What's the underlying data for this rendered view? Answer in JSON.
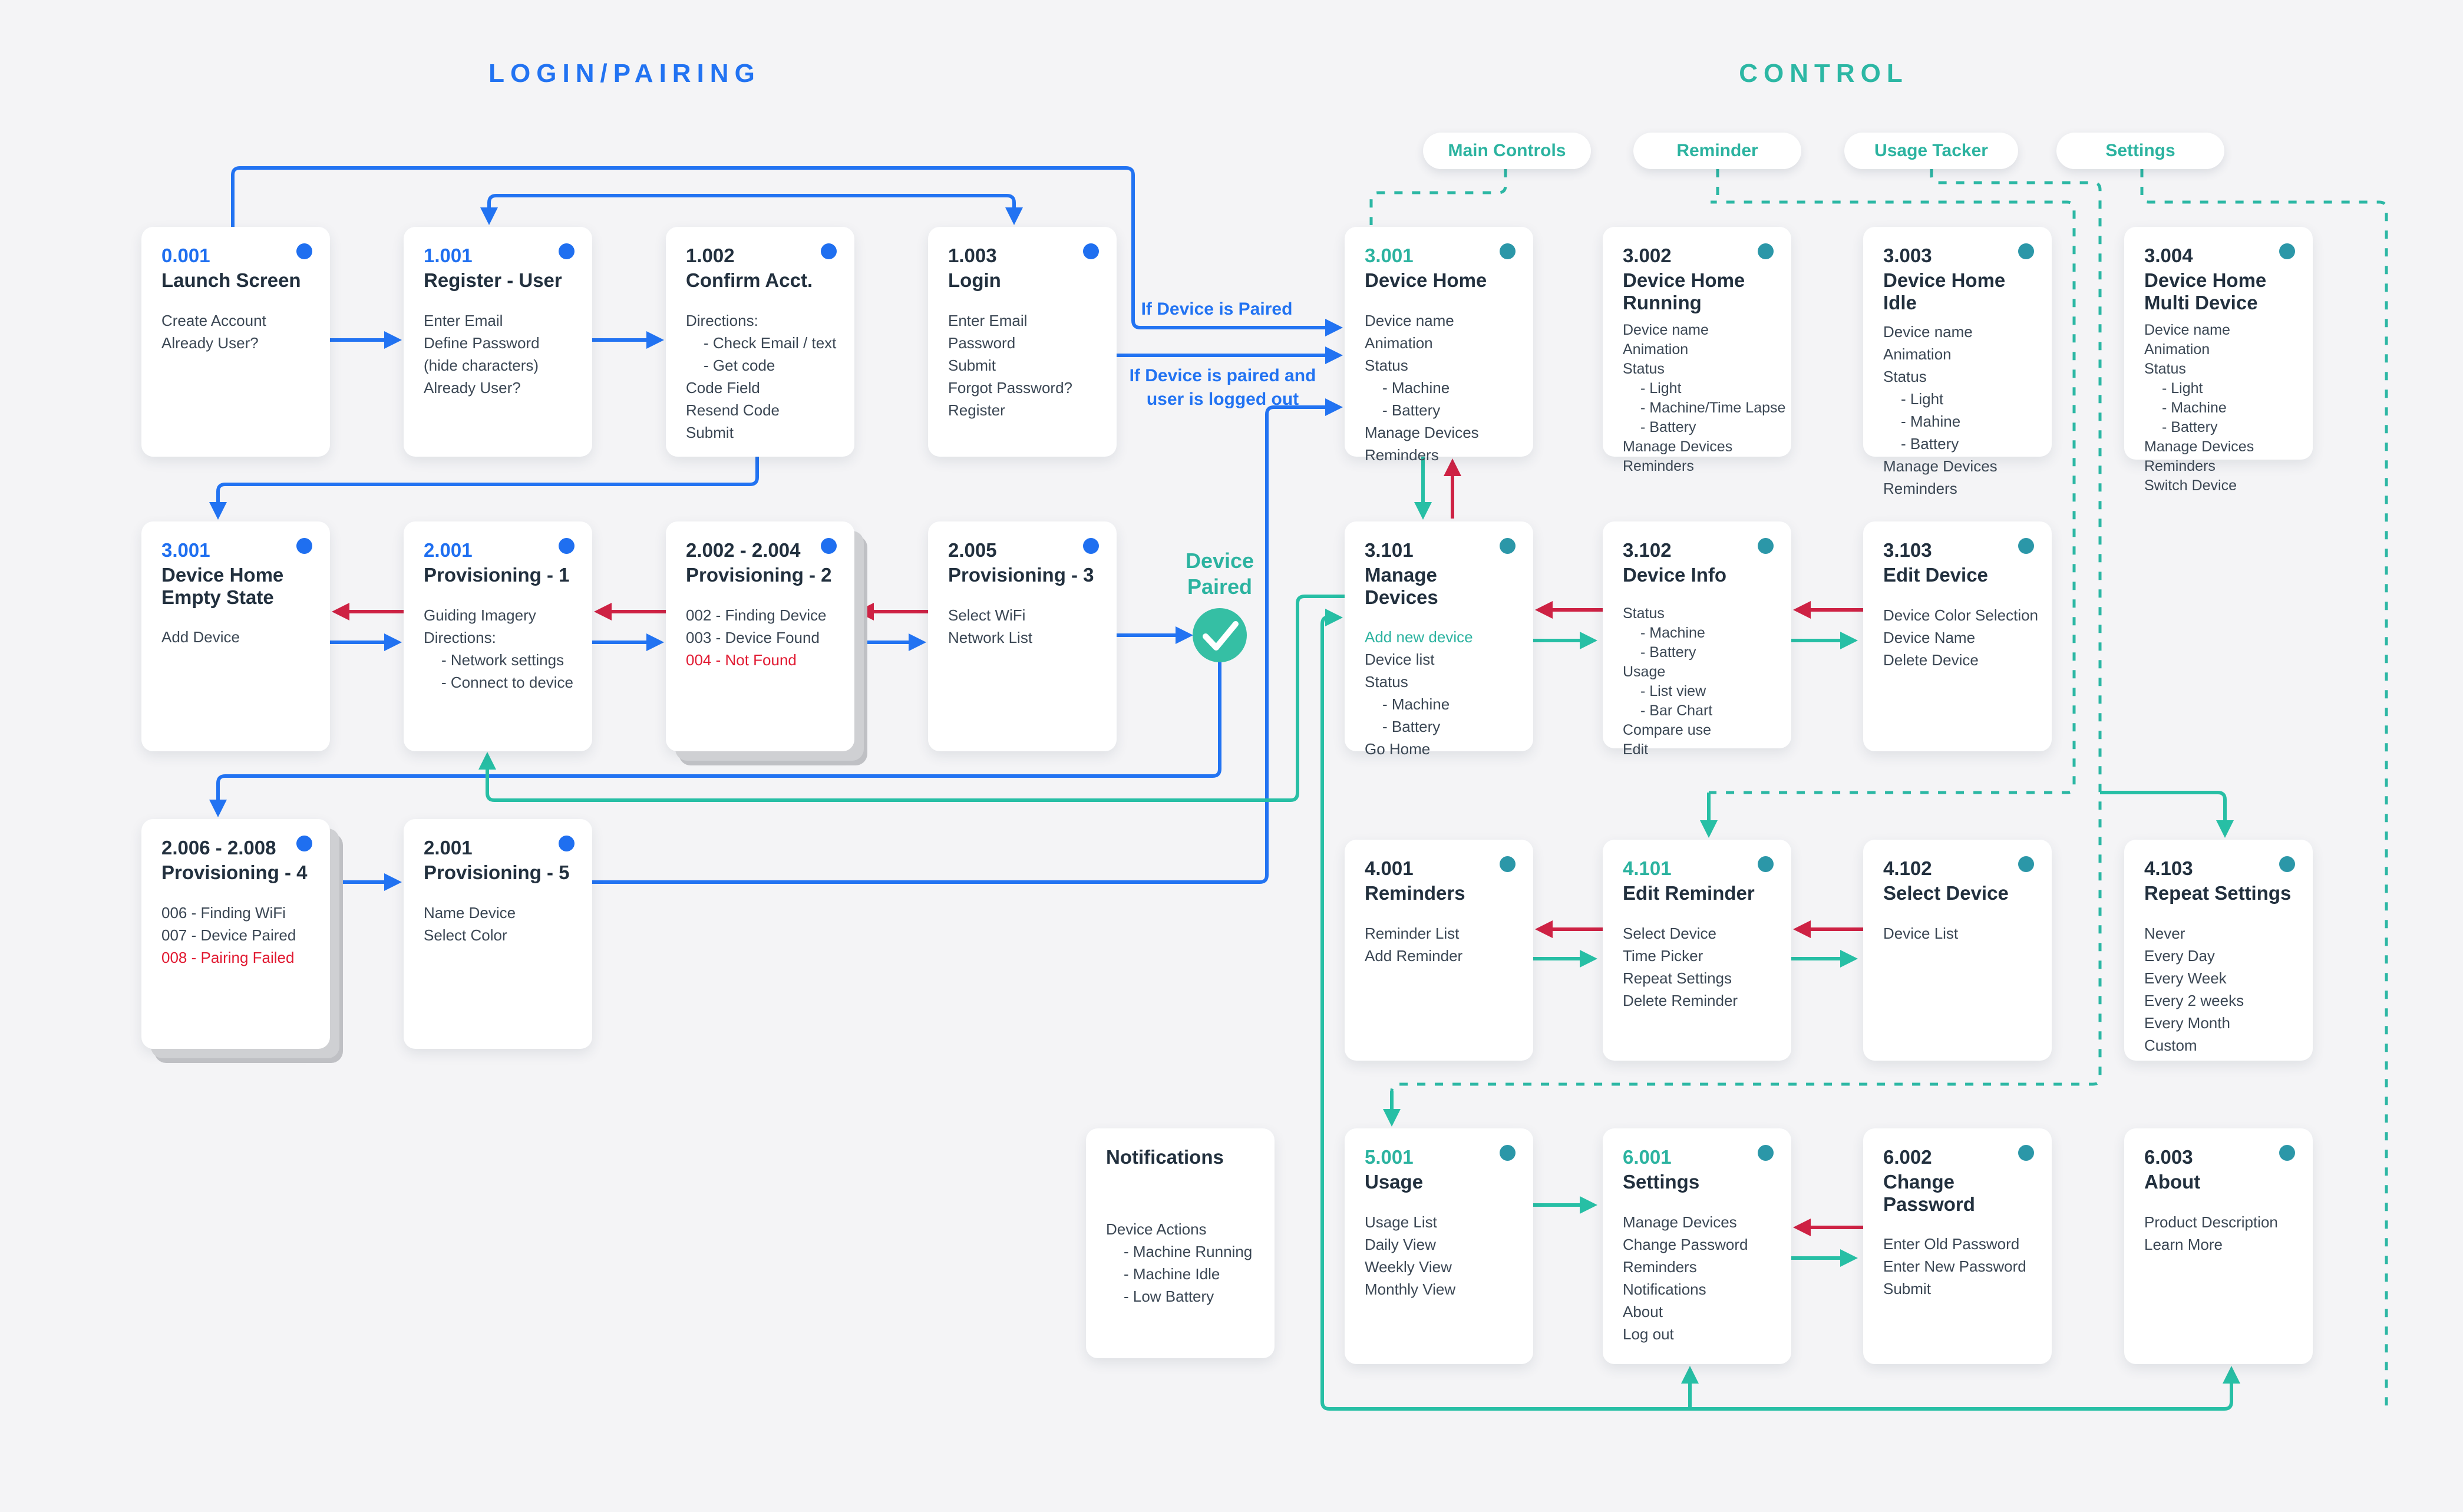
{
  "headers": {
    "login": "LOGIN/PAIRING",
    "control": "CONTROL"
  },
  "pills": [
    {
      "id": "main-controls",
      "label": "Main Controls"
    },
    {
      "id": "reminder",
      "label": "Reminder"
    },
    {
      "id": "usage-tacker",
      "label": "Usage Tacker"
    },
    {
      "id": "settings",
      "label": "Settings"
    }
  ],
  "labels": {
    "if_paired": "If Device is Paired",
    "if_paired_logged_out_1": "If Device is paired and",
    "if_paired_logged_out_2": "user is logged out",
    "device_paired_1": "Device",
    "device_paired_2": "Paired"
  },
  "colors": {
    "blue": "#2273f2",
    "teal": "#27bfa5",
    "red": "#ce2244",
    "red_text": "#e11931",
    "teal_text": "#2cb3a0",
    "dot_blue": "#1f6ff0",
    "dot_teal": "#2b97a8",
    "background": "#f4f4f6"
  },
  "cards": [
    {
      "id": "c0001",
      "number": "0.001",
      "number_color": "blue",
      "title": "Launch Screen",
      "dot": "blue",
      "items": [
        {
          "text": "Create Account"
        },
        {
          "text": "Already User?"
        }
      ]
    },
    {
      "id": "c1001",
      "number": "1.001",
      "number_color": "blue",
      "title": "Register - User",
      "dot": "blue",
      "items": [
        {
          "text": "Enter Email"
        },
        {
          "text": "Define Password"
        },
        {
          "text": "(hide characters)"
        },
        {
          "text": "Already User?"
        }
      ]
    },
    {
      "id": "c1002",
      "number": "1.002",
      "number_color": "dark",
      "title": "Confirm Acct.",
      "dot": "blue",
      "items": [
        {
          "text": "Directions:"
        },
        {
          "text": "- Check Email / text",
          "indent": true
        },
        {
          "text": "- Get code",
          "indent": true
        },
        {
          "text": "Code Field"
        },
        {
          "text": "Resend Code"
        },
        {
          "text": "Submit"
        }
      ]
    },
    {
      "id": "c1003",
      "number": "1.003",
      "number_color": "dark",
      "title": "Login",
      "dot": "blue",
      "items": [
        {
          "text": "Enter Email"
        },
        {
          "text": "Password"
        },
        {
          "text": "Submit"
        },
        {
          "text": "Forgot Password?"
        },
        {
          "text": "Register"
        }
      ]
    },
    {
      "id": "c3001h",
      "number": "3.001",
      "number_color": "teal",
      "title": "Device Home",
      "dot": "teal",
      "items": [
        {
          "text": "Device name"
        },
        {
          "text": "Animation"
        },
        {
          "text": "Status"
        },
        {
          "text": "- Machine",
          "indent": true
        },
        {
          "text": "- Battery",
          "indent": true
        },
        {
          "text": "Manage Devices"
        },
        {
          "text": "Reminders"
        }
      ]
    },
    {
      "id": "c3002",
      "number": "3.002",
      "number_color": "dark",
      "title": "Device Home Running",
      "dot": "teal",
      "tight": true,
      "dense": true,
      "items": [
        {
          "text": "Device name"
        },
        {
          "text": "Animation"
        },
        {
          "text": "Status"
        },
        {
          "text": "- Light",
          "indent": true
        },
        {
          "text": "- Machine/Time Lapse",
          "indent": true
        },
        {
          "text": "- Battery",
          "indent": true
        },
        {
          "text": "Manage Devices"
        },
        {
          "text": "Reminders"
        }
      ]
    },
    {
      "id": "c3003",
      "number": "3.003",
      "number_color": "dark",
      "title": "Device Home Idle",
      "dot": "teal",
      "tight": true,
      "items": [
        {
          "text": "Device name"
        },
        {
          "text": "Animation"
        },
        {
          "text": "Status"
        },
        {
          "text": "- Light",
          "indent": true
        },
        {
          "text": "- Mahine",
          "indent": true
        },
        {
          "text": "- Battery",
          "indent": true
        },
        {
          "text": "Manage Devices"
        },
        {
          "text": "Reminders"
        }
      ]
    },
    {
      "id": "c3004",
      "number": "3.004",
      "number_color": "dark",
      "title": "Device Home Multi Device",
      "dot": "teal",
      "tight": true,
      "dense": true,
      "items": [
        {
          "text": "Device name"
        },
        {
          "text": "Animation"
        },
        {
          "text": "Status"
        },
        {
          "text": "- Light",
          "indent": true
        },
        {
          "text": "- Machine",
          "indent": true
        },
        {
          "text": "- Battery",
          "indent": true
        },
        {
          "text": "Manage Devices"
        },
        {
          "text": "Reminders"
        },
        {
          "text": "Switch Device"
        }
      ]
    },
    {
      "id": "c3001e",
      "number": "3.001",
      "number_color": "blue",
      "title": "Device Home Empty State",
      "dot": "blue",
      "items": [
        {
          "text": "Add Device"
        }
      ]
    },
    {
      "id": "c2001a",
      "number": "2.001",
      "number_color": "blue",
      "title": "Provisioning - 1",
      "dot": "blue",
      "items": [
        {
          "text": "Guiding Imagery"
        },
        {
          "text": "Directions:"
        },
        {
          "text": "- Network settings",
          "indent": true
        },
        {
          "text": "- Connect to device",
          "indent": true
        }
      ]
    },
    {
      "id": "c2002",
      "number": "2.002 - 2.004",
      "number_color": "dark",
      "title": "Provisioning - 2",
      "dot": "blue",
      "stacked": true,
      "items": [
        {
          "text": "002 - Finding Device"
        },
        {
          "text": "003 - Device Found"
        },
        {
          "text": "004 - Not Found",
          "color": "red"
        }
      ]
    },
    {
      "id": "c2005",
      "number": "2.005",
      "number_color": "dark",
      "title": "Provisioning - 3",
      "dot": "blue",
      "items": [
        {
          "text": "Select WiFi"
        },
        {
          "text": "Network List"
        }
      ]
    },
    {
      "id": "c3101",
      "number": "3.101",
      "number_color": "dark",
      "title": "Manage Devices",
      "dot": "teal",
      "items": [
        {
          "text": "Add new device",
          "color": "teal"
        },
        {
          "text": "Device list"
        },
        {
          "text": "Status"
        },
        {
          "text": "- Machine",
          "indent": true
        },
        {
          "text": "- Battery",
          "indent": true
        },
        {
          "text": "Go Home"
        }
      ]
    },
    {
      "id": "c3102",
      "number": "3.102",
      "number_color": "dark",
      "title": "Device Info",
      "dot": "teal",
      "dense": true,
      "items": [
        {
          "text": "Status"
        },
        {
          "text": "- Machine",
          "indent": true
        },
        {
          "text": "- Battery",
          "indent": true
        },
        {
          "text": "Usage"
        },
        {
          "text": "- List view",
          "indent": true
        },
        {
          "text": "- Bar Chart",
          "indent": true
        },
        {
          "text": "Compare use"
        },
        {
          "text": "Edit"
        }
      ]
    },
    {
      "id": "c3103",
      "number": "3.103",
      "number_color": "dark",
      "title": "Edit Device",
      "dot": "teal",
      "items": [
        {
          "text": "Device Color Selection"
        },
        {
          "text": "Device Name"
        },
        {
          "text": "Delete Device"
        }
      ]
    },
    {
      "id": "c2006",
      "number": "2.006 - 2.008",
      "number_color": "dark",
      "title": "Provisioning - 4",
      "dot": "blue",
      "stacked": true,
      "items": [
        {
          "text": "006 - Finding WiFi"
        },
        {
          "text": "007 - Device Paired"
        },
        {
          "text": "008 - Pairing Failed",
          "color": "red"
        }
      ]
    },
    {
      "id": "c2001b",
      "number": "2.001",
      "number_color": "dark",
      "title": "Provisioning - 5",
      "dot": "blue",
      "items": [
        {
          "text": "Name Device"
        },
        {
          "text": "Select Color"
        }
      ]
    },
    {
      "id": "c4001",
      "number": "4.001",
      "number_color": "dark",
      "title": "Reminders",
      "dot": "teal",
      "items": [
        {
          "text": "Reminder List"
        },
        {
          "text": "Add Reminder"
        }
      ]
    },
    {
      "id": "c4101",
      "number": "4.101",
      "number_color": "teal",
      "title": "Edit Reminder",
      "dot": "teal",
      "items": [
        {
          "text": "Select Device"
        },
        {
          "text": "Time Picker"
        },
        {
          "text": "Repeat Settings"
        },
        {
          "text": "Delete Reminder"
        }
      ]
    },
    {
      "id": "c4102",
      "number": "4.102",
      "number_color": "dark",
      "title": "Select Device",
      "dot": "teal",
      "items": [
        {
          "text": "Device List"
        }
      ]
    },
    {
      "id": "c4103",
      "number": "4.103",
      "number_color": "dark",
      "title": "Repeat Settings",
      "dot": "teal",
      "items": [
        {
          "text": "Never"
        },
        {
          "text": "Every Day"
        },
        {
          "text": "Every Week"
        },
        {
          "text": "Every 2 weeks"
        },
        {
          "text": "Every Month"
        },
        {
          "text": "Custom"
        }
      ]
    },
    {
      "id": "cnotif",
      "number": "",
      "number_color": "dark",
      "title": "Notifications",
      "dot": "none",
      "notif": true,
      "items": [
        {
          "text": "Device Actions"
        },
        {
          "text": "- Machine Running",
          "indent": true
        },
        {
          "text": "- Machine Idle",
          "indent": true
        },
        {
          "text": "- Low Battery",
          "indent": true
        }
      ]
    },
    {
      "id": "c5001",
      "number": "5.001",
      "number_color": "teal",
      "title": "Usage",
      "dot": "teal",
      "items": [
        {
          "text": "Usage List"
        },
        {
          "text": "Daily View"
        },
        {
          "text": "Weekly View"
        },
        {
          "text": "Monthly View"
        }
      ]
    },
    {
      "id": "c6001",
      "number": "6.001",
      "number_color": "teal",
      "title": "Settings",
      "dot": "teal",
      "items": [
        {
          "text": "Manage Devices"
        },
        {
          "text": "Change Password"
        },
        {
          "text": "Reminders"
        },
        {
          "text": "Notifications"
        },
        {
          "text": "About"
        },
        {
          "text": "Log out"
        }
      ]
    },
    {
      "id": "c6002",
      "number": "6.002",
      "number_color": "dark",
      "title": "Change Password",
      "dot": "teal",
      "items": [
        {
          "text": "Enter Old Password"
        },
        {
          "text": "Enter New Password"
        },
        {
          "text": "Submit"
        }
      ]
    },
    {
      "id": "c6003",
      "number": "6.003",
      "number_color": "dark",
      "title": "About",
      "dot": "teal",
      "items": [
        {
          "text": "Product Description"
        },
        {
          "text": "Learn More"
        }
      ]
    }
  ]
}
